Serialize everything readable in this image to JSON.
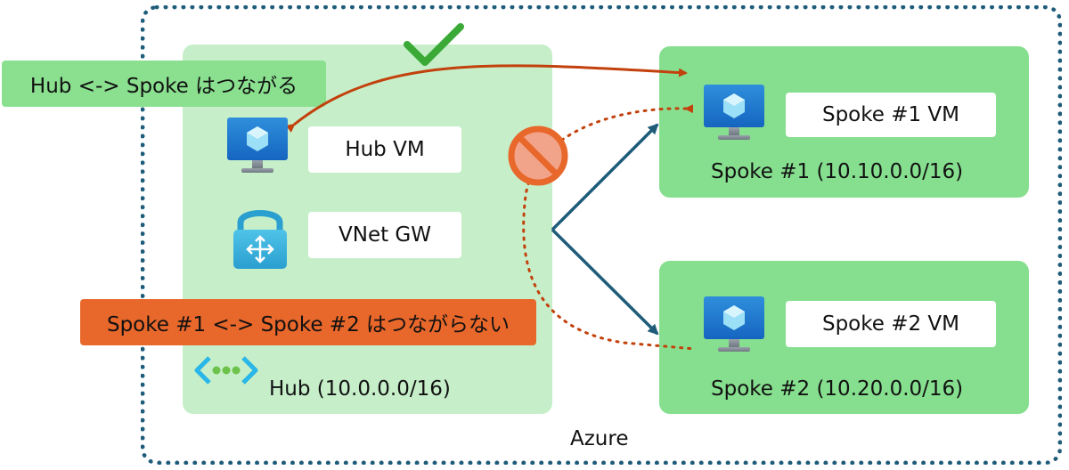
{
  "azure": {
    "label": "Azure"
  },
  "hub": {
    "name": "Hub (10.0.0.0/16)",
    "vm_label": "Hub VM",
    "gateway_label": "VNet GW"
  },
  "spoke1": {
    "name": "Spoke #1 (10.10.0.0/16)",
    "vm_label": "Spoke #1 VM"
  },
  "spoke2": {
    "name": "Spoke #2 (10.20.0.0/16)",
    "vm_label": "Spoke #2 VM"
  },
  "callouts": {
    "hub_spoke": "Hub <-> Spoke はつながる",
    "spoke_spoke": "Spoke #1 <-> Spoke #2 はつながらない"
  },
  "icons": {
    "vm": "virtual-machine-icon",
    "gateway": "vnet-gateway-lock-icon",
    "vnet": "virtual-network-icon",
    "ok": "checkmark-icon",
    "blocked": "prohibited-icon"
  },
  "colors": {
    "frame": "#1f5c7a",
    "hub_bg": "#c6efc9",
    "spoke_bg": "#86df8f",
    "ok_callout": "#8ae08f",
    "ng_callout": "#e8672b",
    "route_arrow": "#c2410c",
    "peering_arrow": "#1f5c7a",
    "check": "#3aa935"
  }
}
